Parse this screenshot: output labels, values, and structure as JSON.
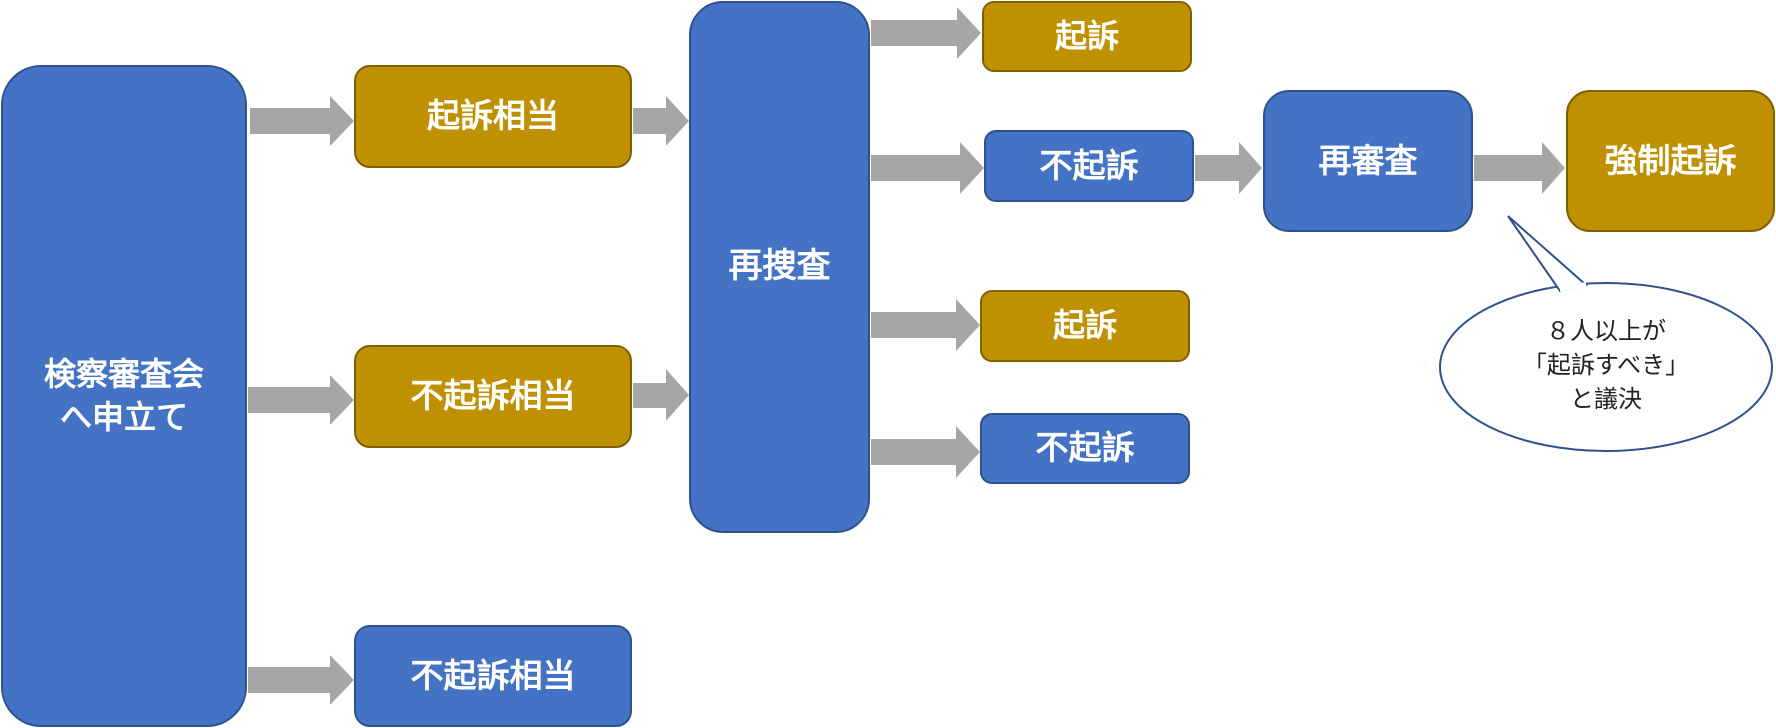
{
  "diagram": {
    "start_node": {
      "line1": "検察審査会",
      "line2": "へ申立て"
    },
    "first_results": [
      {
        "label": "起訴相当"
      },
      {
        "label": "不起訴相当"
      },
      {
        "label": "不起訴相当"
      }
    ],
    "reinvestigation": {
      "label": "再捜査"
    },
    "reinvestigation_outcomes": [
      {
        "label": "起訴"
      },
      {
        "label": "不起訴"
      },
      {
        "label": "起訴"
      },
      {
        "label": "不起訴"
      }
    ],
    "re_examination": {
      "label": "再審査"
    },
    "final": {
      "label": "強制起訴"
    },
    "callout": {
      "line1": "８人以上が",
      "line2": "「起訴すべき」",
      "line3": "と議決"
    }
  },
  "colors": {
    "blue_fill": "#4472c4",
    "blue_border": "#2f528f",
    "gold_fill": "#bf9000",
    "gold_border": "#7f6000",
    "arrow": "#a6a6a6",
    "callout_border": "#2f528f"
  }
}
